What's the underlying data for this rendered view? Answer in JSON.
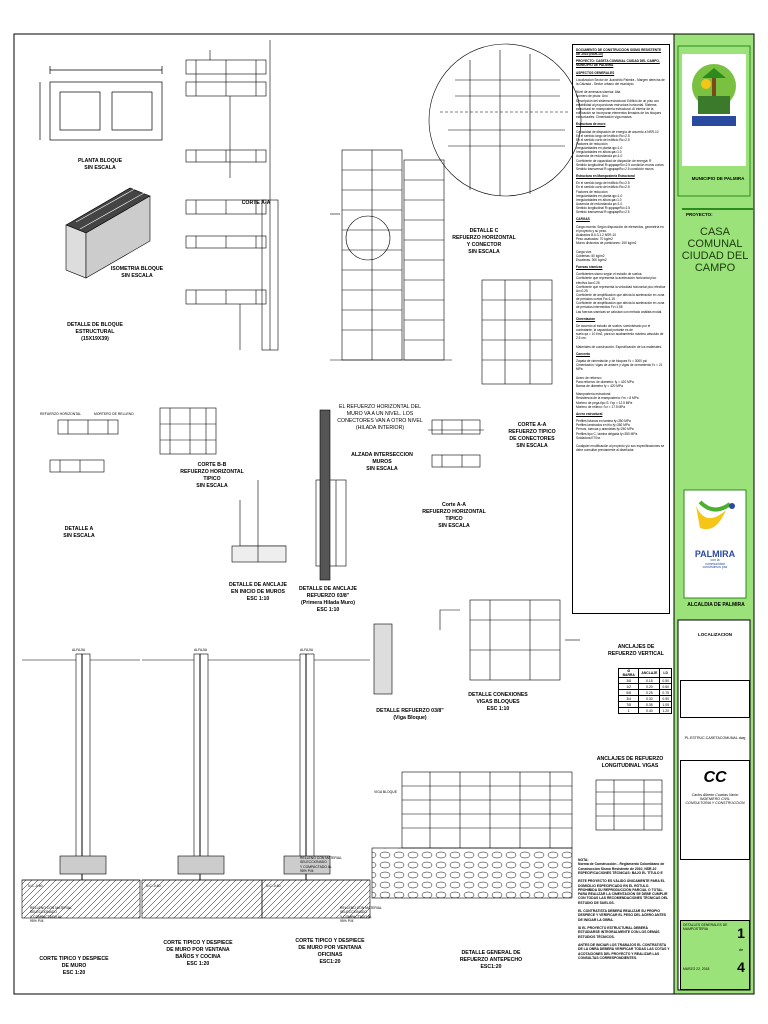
{
  "drawings": {
    "planta_bloque": "PLANTA BLOQUE\nSIN ESCALA",
    "isometria": "ISOMETRIA BLOQUE\nSIN ESCALA",
    "detalle_bloque": "DETALLE DE BLOQUE\nESTRUCTURAL\n(15X19X39)",
    "corte_aa_top": "CORTE A-A",
    "detalle_c": "DETALLE C\nREFUERZO HORIZONTAL\nY CONECTOR\nSIN ESCALA",
    "nota_refuerzo": "EL REFUERZO HORIZONTAL DEL\nMURO VA A UN NIVEL. LOS\nCONECTORES VAN A OTRO NIVEL\n(HILADA INTERIOR)",
    "alzada": "ALZADA INTERSECCION\nMUROS\nSIN ESCALA",
    "corte_aa_conectores": "CORTE A-A\nREFUERZO TIPICO\nDE CONECTORES\nSIN ESCALA",
    "corte_aa_horizontal": "Corte A-A\nREFUERZO HORIZONTAL\nTIPICO\nSIN ESCALA",
    "corte_bb": "CORTE B-B\nREFUERZO HORIZONTAL\nTIPICO\nSIN ESCALA",
    "detalle_a": "DETALLE A\nSIN ESCALA",
    "anclaje_inicio": "DETALLE DE ANCLAJE\nEN INICIO DE MUROS\nESC 1:10",
    "anclaje_refuerzo": "DETALLE DE ANCLAJE\nREFUERZO 03/8\"\n(Primera Hilada Muro)\nESC 1:10",
    "detalle_refuerzo_vb": "DETALLE REFUERZO 03/8\"\n(Viga Bloque)",
    "conexiones": "DETALLE CONEXIONES\nVIGAS BLOQUES\nESC 1:10",
    "anclajes_vertical": "ANCLAJES DE\nREFUERZO VERTICAL",
    "anclajes_longitudinal": "ANCLAJES DE REFUERZO\nLONGITUDINAL VIGAS",
    "corte_despiece_1": "CORTE TIPICO Y DESPIECE\nDE MURO\nESC 1:20",
    "corte_despiece_2": "CORTE TIPICO Y DESPIECE\nDE MURO POR VENTANA\nBAÑOS Y COCINA\nESC 1:20",
    "corte_despiece_3": "CORTE TIPICO Y DESPIECE\nDE MURO POR VENTANA\nOFICINAS\nESC1:20",
    "antepecho": "DETALLE GENERAL DE\nREFUERZO ANTEPECHO\nESC1:20",
    "escala_2": "ESC 1:20",
    "relleno": "RELLENO CON MATERIAL\nSELECCIONADO\nY COMPACTADO AL\n95% P.M.",
    "nc": "N.C.-0.60",
    "refuerzo_horizontal": "REFUERZO HORIZONTAL",
    "mortero": "MORTERO DE RELLENO",
    "viga_bloque": "VIGA BLOQUE",
    "alfajia": "ALFAJIA"
  },
  "notes": {
    "title": "DOCUMENTO DE CONSTRUCCION SISMO RESISTENTE DE 2010 (NSR-10)",
    "project": "PROYECTO: CASETA COMUNAL CIUDAD DEL CAMPO, MUNICIPIO DE PALMIRA",
    "sections": [
      {
        "hd": "ASPECTOS GENERALES",
        "body": "Localización Sector de Juanchito Palmira - Margen derecha de la Calzada - Sector urbano del municipio.\n\nNivel de amenaza sísmica: Alta\nNúmero de pisos: Uno\nDescripción del sistema estructural: Edificio de un piso con estabilidad al proporcionar estructura horizontal. Sistema estructural en mampostería estructural. Al interior de la edificación se incorporan elementos llenados de los bloques estructurales. Cimentación viga maciza."
      },
      {
        "hd": "Estructura de muro",
        "body": "Capacidad de disipación de energía de acuerdo a NSR-10\nEn el sentido largo del edificio Ro=2.5\nEn el sentido corto del edificio Ro=2.5\nFactores de reducción\nIrregularidades en planta φp=1.0\nIrregularidades en altura φa=1.0\nAusencia de redundancia φr=1.0\nCoeficiente de capacidad de disipación de energía: R\nSentido longitudinal R=φpφaφrRo=2.5 condición muros cortos\nSentido transversal R=φpφaφrRo=2.5 condición muros"
      },
      {
        "hd": "Estructura en Mampostería Estructural",
        "body": "En el sentido largo del edificio Ro=2.5\nEn el sentido corto del edificio Ro=2.5\nFactores de reducción\nIrregularidades en planta φp=1.0\nIrregularidades en altura φa=1.0\nAusencia de redundancia φr=1.0\nSentido longitudinal R=φpφaφrRo=2.5\nSentido transversal R=φpφaφrRo=2.5"
      },
      {
        "hd": "CARGAS",
        "body": "Carga muerta: Según disposición de elementos, geometría en el proyecto y su peso.\nAcabados B.6.3.1.2 NSR-10\nPeso acabados: 70 kg/m2\nMuros divisorios de particiones: 150 kg/m2\n\nCarga viva\nCubiertas: 50 kg/m2\nEscaleras: 300 kg/m2"
      },
      {
        "hd": "Fuerzas sísmicas",
        "body": "Coeficientes sismo según el estudio de suelos:\nCoeficiente que representa la aceleración horizontal pico efectiva Aa=0.25\nCoeficiente que representa la velocidad horizontal pico efectiva Av=0.25\nCoeficiente de amplificación que afecta la aceleración en zona de periodos cortos Fa=1.15\nCoeficiente de amplificación que afecta la aceleración en zona de periodos intermedios Fv=1.55\nLas fuerzas sísmicas se calculan con método análisis modal."
      },
      {
        "hd": "Cimentación",
        "body": "De acuerdo al estudio de suelos: suministrado por el contratante, la capacidad portante es de\nsuelo qa = 10 t/m2, para un acabamiento máximo absoluto de 2.5 cm.\n\nMateriales de construcción. Especificación de los materiales."
      },
      {
        "hd": "Concreto",
        "body": "Zapata de cimentación y de bloques f'c = 3000 psi\nCimentación: vigas de amarre y vigas de cerramiento f'c = 21 MPa\n\nAcero de refuerzo\nPara refuerzo de diámetro: fy = 420 MPa\nBarras de diámetro fy = 420 MPa\n\nMampostería estructural\nResistencia de la mampostería: f'm = 8 MPa\nMortero de pega tipo S: f'cp = 12.5 MPa\nMortero de relleno: f'cr = 17.5 MPa"
      },
      {
        "hd": "Acero estructural",
        "body": "Perfiles livianos en lamina fy=350 MPa\nPerfiles laminados en frio fy=350 MPa\nPernos, tuercas y arandelas fy=250 MPa\nPerfiles tipo C, lamina delgada fy=350 MPa\nSoldadura E70xx\n\nCualquier modificación al proyecto y/o sus especificaciones se debe consultar previamente al diseñador."
      }
    ],
    "bottom_notes": "NOTA:\nNorma de Construcción - Reglamento Colombiano de Construcción Sismo Resistente de 2010, NSR-10\nESPECIFICACIONES TÉCNICAS: BAJO EL TÍTULO E\n\nESTE PROYECTO ES VÁLIDO ÚNICAMENTE PARA EL DOMICILIO ESPECIFICADO EN EL RÓTULO.\nPROHIBIDA SU REPRODUCCIÓN PARCIAL O TOTAL.\nPARA REALIZAR LA CIMENTACIÓN SE DEBE CUMPLIR CON TODAS LAS RECOMENDACIONES TÉCNICAS DEL ESTUDIO DE SUELOS.\n\nEL CONTRATISTA DEBERÁ REALIZAR SU PROPIO DESPIECE Y VERIFICAR EL PESO DEL ACERO ANTES DE INICIAR LA OBRA.\n\nSI EL PROYECTO ESTRUCTURAL DEBERÁ ESTUDIARSE INTEGRALMENTE CON LOS DEMÁS ESTUDIOS TÉCNICOS.\n\nANTES DE INICIAR LOS TRABAJOS EL CONTRATISTA DE LA OBRA DEBERÁ VERIFICAR TODAS LAS COTAS Y ACOTACIONES DEL PROYECTO Y REALIZAR LAS CONSULTAS CORRESPONDIENTES."
  },
  "anclaje_table": {
    "headers": [
      "Ø BARRA",
      "ANCLAJE",
      "LD"
    ],
    "rows": [
      [
        "3/8",
        "0.15",
        "0.50"
      ],
      [
        "1/2",
        "0.20",
        "0.60"
      ],
      [
        "5/8",
        "0.25",
        "0.75"
      ],
      [
        "3/4",
        "0.30",
        "0.90"
      ],
      [
        "7/8",
        "0.35",
        "1.05"
      ],
      [
        "1",
        "0.40",
        "1.20"
      ]
    ]
  },
  "title_block": {
    "municipio": "MUNICIPIO DE PALMIRA",
    "logo_text": "PALMIRA",
    "logo_sub": "construimos paz",
    "proyecto_label": "PROYECTO:",
    "project_name": "CASA\nCOMUNAL\nCIUDAD DEL\nCAMPO",
    "alcaldia_logo": "PALMIRA",
    "alcaldia_sub": "con la\ncommunidad\nconstruimos paz",
    "alcaldia": "ALCALDIA DE PALMIRA",
    "localizacion": "LOCALIZACION",
    "file": "PL.ESTRUC.CASETACOMUNAL.dwg",
    "firm_name": "Carlos Alberto Cuartas Varón\nINGENIERO CIVIL\nCONSULTORIA Y CONSTRUCCION",
    "sheet_contents": "DETALLES GENERALES DE MAMPOSTERIA",
    "date": "MARZO 22, 2018",
    "sheet_num": "1",
    "sheet_de": "de",
    "sheet_total": "4"
  },
  "colors": {
    "green": "#9be27a",
    "green_dark": "#4caf2f",
    "logo_blue": "#2a4aa0",
    "logo_yellow": "#f5c518"
  }
}
